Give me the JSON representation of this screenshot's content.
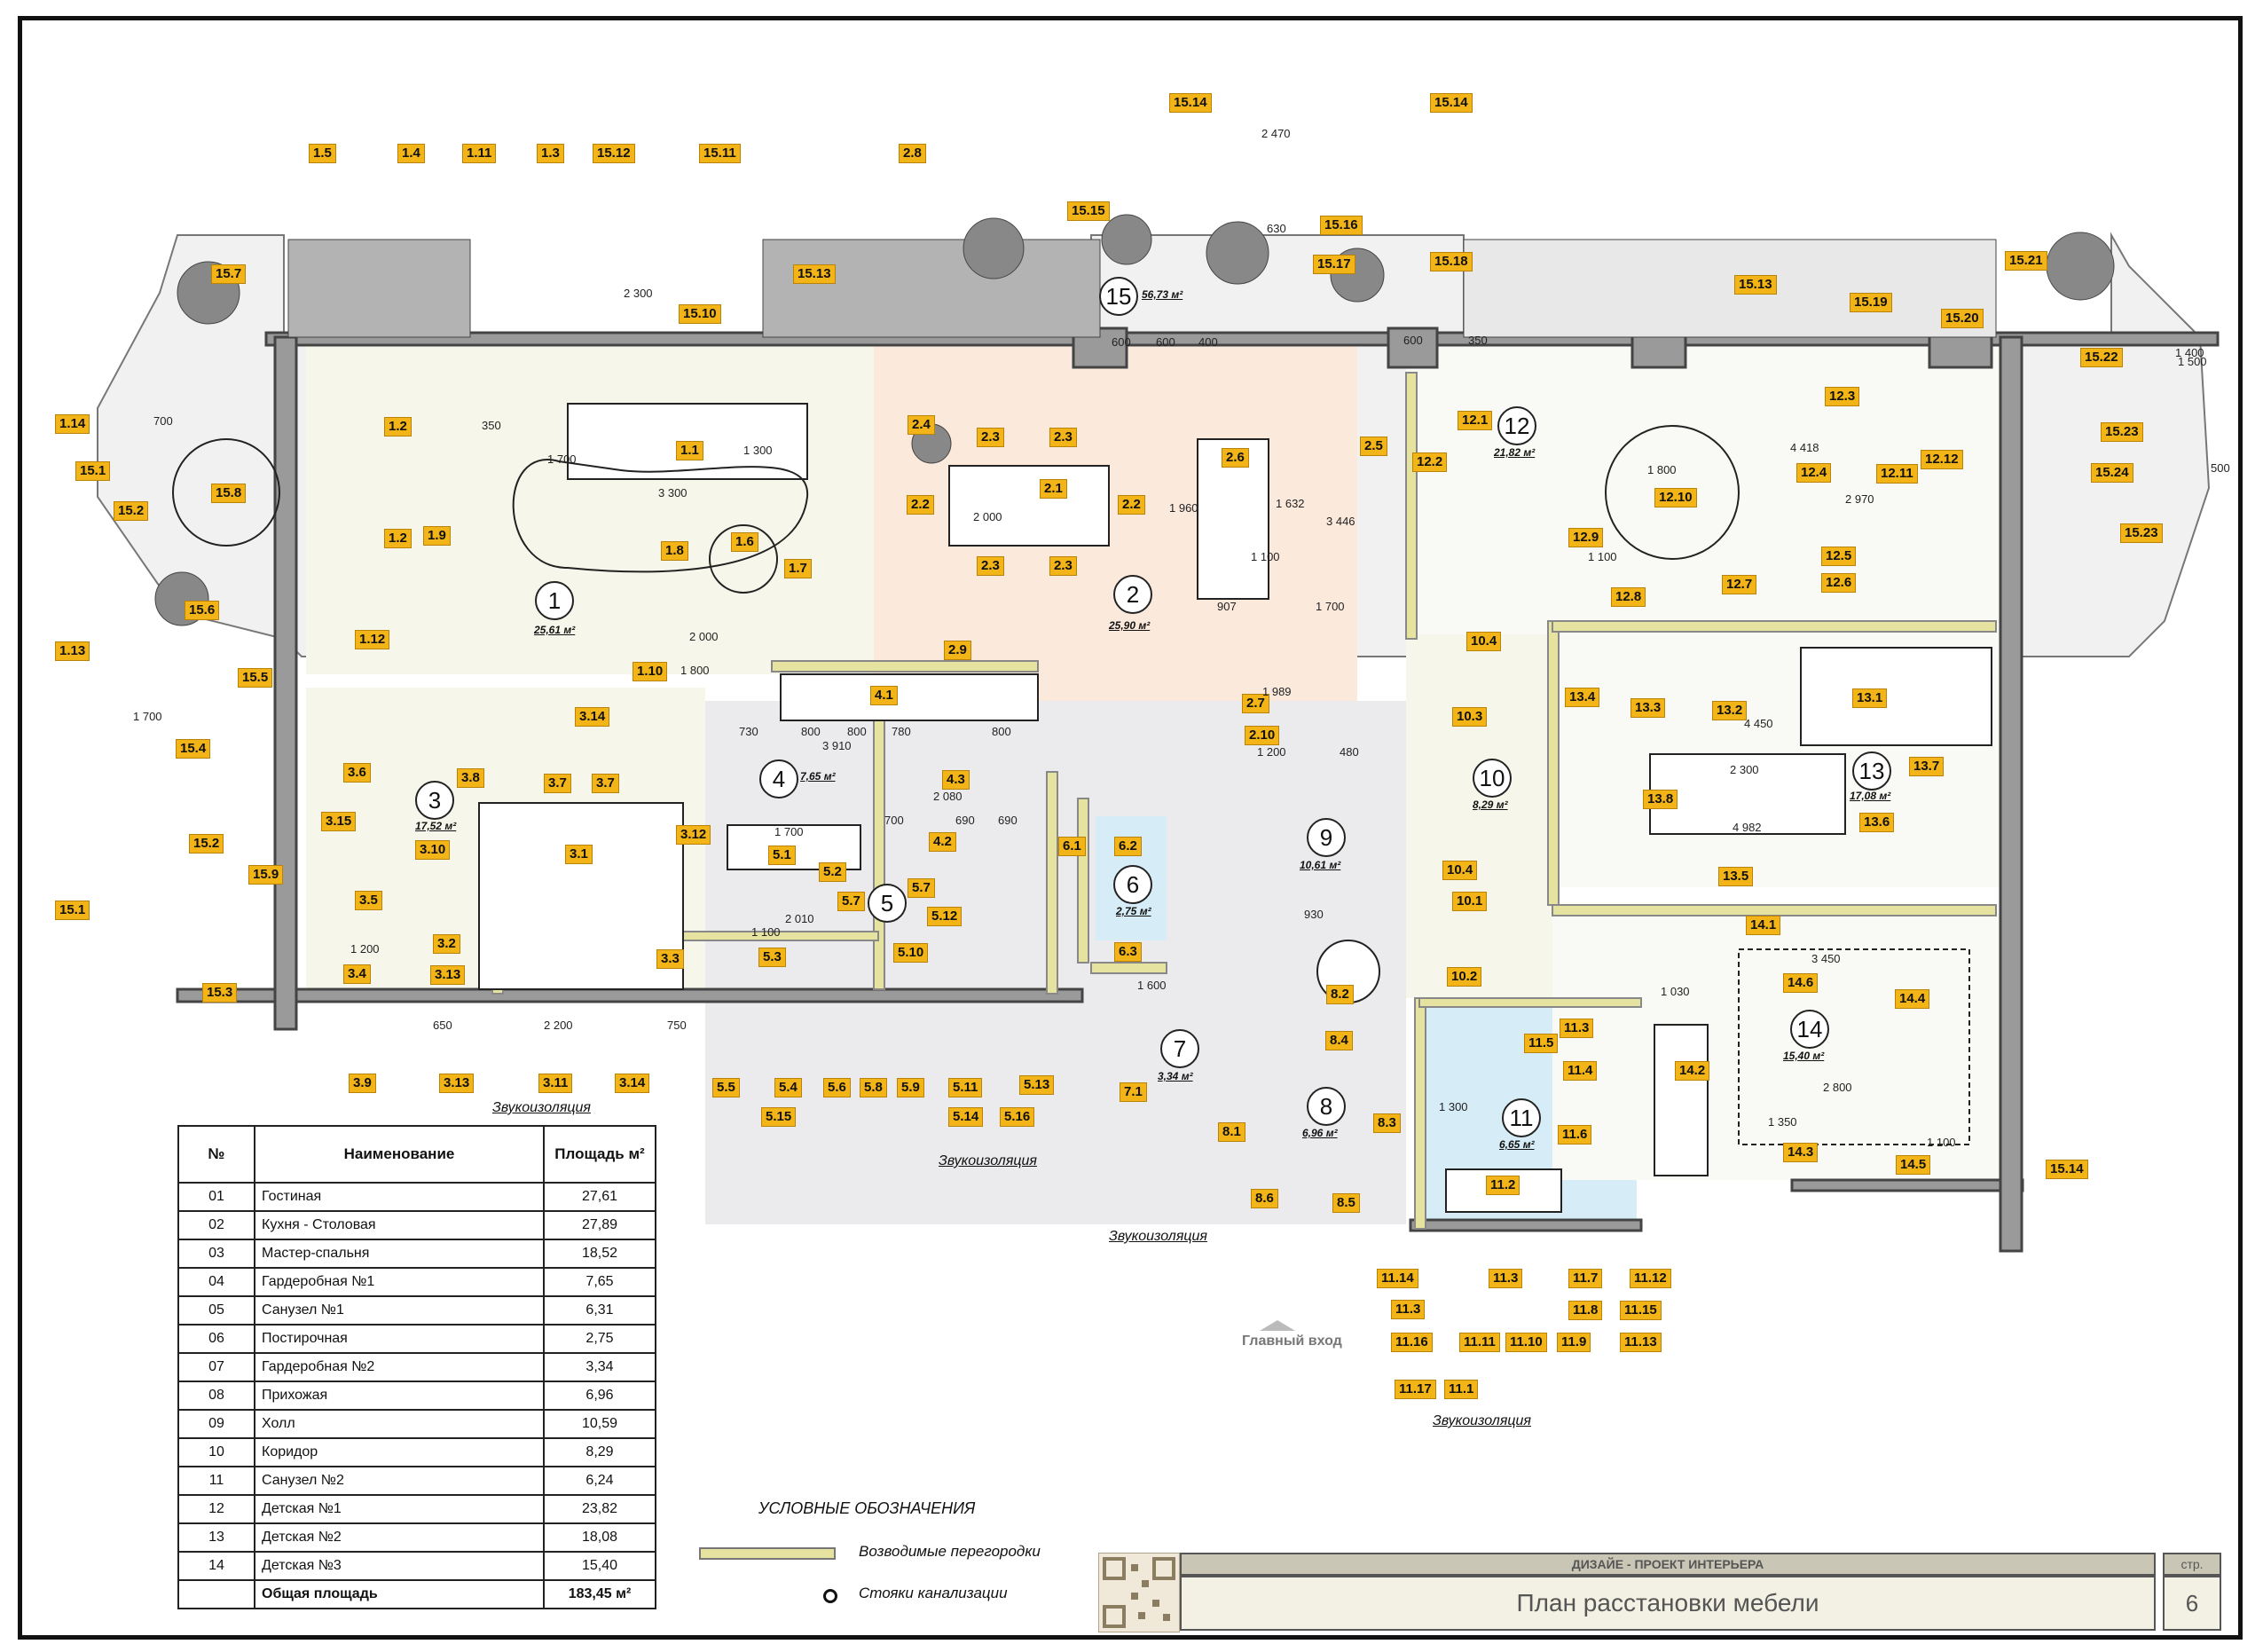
{
  "rooms": [
    {
      "num": "1",
      "area": "25,61 м²"
    },
    {
      "num": "2",
      "area": "25,90 м²"
    },
    {
      "num": "3",
      "area": "17,52 м²"
    },
    {
      "num": "4",
      "area": "7,65 м²"
    },
    {
      "num": "5",
      "area": ""
    },
    {
      "num": "6",
      "area": "2,75 м²"
    },
    {
      "num": "7",
      "area": "3,34 м²"
    },
    {
      "num": "8",
      "area": "6,96 м²"
    },
    {
      "num": "9",
      "area": "10,61 м²"
    },
    {
      "num": "10",
      "area": "8,29 м²"
    },
    {
      "num": "11",
      "area": "6,65 м²"
    },
    {
      "num": "12",
      "area": "21,82 м²"
    },
    {
      "num": "13",
      "area": "17,08 м²"
    },
    {
      "num": "14",
      "area": "15,40 м²"
    },
    {
      "num": "15",
      "area": "56,73 м²"
    }
  ],
  "tags": [
    "1.1",
    "1.2",
    "1.2",
    "1.3",
    "1.4",
    "1.5",
    "1.6",
    "1.7",
    "1.8",
    "1.9",
    "1.10",
    "1.11",
    "1.12",
    "1.13",
    "1.14",
    "2.1",
    "2.2",
    "2.2",
    "2.3",
    "2.3",
    "2.3",
    "2.3",
    "2.4",
    "2.5",
    "2.6",
    "2.7",
    "2.8",
    "2.9",
    "2.10",
    "3.1",
    "3.2",
    "3.3",
    "3.4",
    "3.5",
    "3.6",
    "3.7",
    "3.7",
    "3.8",
    "3.9",
    "3.10",
    "3.11",
    "3.12",
    "3.13",
    "3.13",
    "3.14",
    "3.14",
    "3.15",
    "4.1",
    "4.2",
    "4.3",
    "5.1",
    "5.2",
    "5.3",
    "5.4",
    "5.5",
    "5.6",
    "5.7",
    "5.7",
    "5.8",
    "5.9",
    "5.10",
    "5.11",
    "5.12",
    "5.13",
    "5.14",
    "5.15",
    "5.16",
    "6.1",
    "6.2",
    "6.3",
    "7.1",
    "8.1",
    "8.2",
    "8.3",
    "8.4",
    "8.5",
    "8.6",
    "10.1",
    "10.2",
    "10.3",
    "10.4",
    "10.4",
    "11.1",
    "11.2",
    "11.3",
    "11.3",
    "11.3",
    "11.4",
    "11.5",
    "11.6",
    "11.7",
    "11.8",
    "11.9",
    "11.10",
    "11.11",
    "11.12",
    "11.13",
    "11.14",
    "11.15",
    "11.16",
    "11.17",
    "12.1",
    "12.2",
    "12.3",
    "12.4",
    "12.5",
    "12.6",
    "12.7",
    "12.8",
    "12.9",
    "12.10",
    "12.11",
    "12.12",
    "13.1",
    "13.2",
    "13.3",
    "13.4",
    "13.5",
    "13.6",
    "13.7",
    "13.8",
    "14.1",
    "14.2",
    "14.3",
    "14.4",
    "14.5",
    "14.6",
    "15.1",
    "15.1",
    "15.2",
    "15.2",
    "15.3",
    "15.4",
    "15.5",
    "15.6",
    "15.7",
    "15.8",
    "15.9",
    "15.10",
    "15.11",
    "15.12",
    "15.13",
    "15.13",
    "15.14",
    "15.14",
    "15.14",
    "15.15",
    "15.16",
    "15.17",
    "15.18",
    "15.19",
    "15.20",
    "15.21",
    "15.22",
    "15.23",
    "15.23",
    "15.24"
  ],
  "dims": [
    "2 470",
    "630",
    "600",
    "600",
    "400",
    "600",
    "350",
    "2 300",
    "3 300",
    "1 700",
    "1 300",
    "350",
    "700",
    "2 000",
    "1 800",
    "2 000",
    "1 100",
    "1 960",
    "1 632",
    "3 446",
    "907",
    "1 700",
    "1 989",
    "1 200",
    "480",
    "3 910",
    "730",
    "800",
    "800",
    "780",
    "800",
    "2 080",
    "700",
    "690",
    "690",
    "1 700",
    "2 010",
    "1 100",
    "1 200",
    "650",
    "2 200",
    "750",
    "1 600",
    "930",
    "1 300",
    "1 100",
    "1 800",
    "4 418",
    "2 970",
    "4 450",
    "2 300",
    "4 982",
    "3 450",
    "1 030",
    "2 800",
    "1 350",
    "1 100",
    "1 500",
    "1 400",
    "500",
    "1 700"
  ],
  "notes": [
    "Звукоизоляция",
    "Звукоизоляция",
    "Звукоизоляция",
    "Звукоизоляция"
  ],
  "main_entrance": "Главный вход",
  "table": {
    "headers": {
      "num": "№",
      "name": "Наименование",
      "area": "Площадь м²"
    },
    "rows": [
      {
        "num": "01",
        "name": "Гостиная",
        "area": "27,61"
      },
      {
        "num": "02",
        "name": "Кухня - Столовая",
        "area": "27,89"
      },
      {
        "num": "03",
        "name": "Мастер-спальня",
        "area": "18,52"
      },
      {
        "num": "04",
        "name": "Гардеробная №1",
        "area": "7,65"
      },
      {
        "num": "05",
        "name": "Санузел №1",
        "area": "6,31"
      },
      {
        "num": "06",
        "name": "Постирочная",
        "area": "2,75"
      },
      {
        "num": "07",
        "name": "Гардеробная №2",
        "area": "3,34"
      },
      {
        "num": "08",
        "name": "Прихожая",
        "area": "6,96"
      },
      {
        "num": "09",
        "name": "Холл",
        "area": "10,59"
      },
      {
        "num": "10",
        "name": "Коридор",
        "area": "8,29"
      },
      {
        "num": "11",
        "name": "Санузел №2",
        "area": "6,24"
      },
      {
        "num": "12",
        "name": "Детская №1",
        "area": "23,82"
      },
      {
        "num": "13",
        "name": "Детская №2",
        "area": "18,08"
      },
      {
        "num": "14",
        "name": "Детская №3",
        "area": "15,40"
      }
    ],
    "total": {
      "name": "Общая площадь",
      "area": "183,45 м²"
    }
  },
  "legend": {
    "title": "УСЛОВНЫЕ ОБОЗНАЧЕНИЯ",
    "partitions": "Возводимые перегородки",
    "risers": "Стояки канализации"
  },
  "title_block": {
    "project": "ДИЗАЙЕ - ПРОЕКТ ИНТЕРЬЕРА",
    "sheet_title": "План расстановки мебели",
    "page_label": "стр.",
    "page_number": "6"
  },
  "colors": {
    "tag": "#f2b417",
    "wall": "#8c8c8c",
    "partition": "#e6e3a1",
    "kitchen_floor": "#fbe9dc",
    "living_floor": "#f7f6ea",
    "hall_floor": "#e9e9ea",
    "laundry_floor": "#d6ecf6",
    "terrace": "#ededed",
    "plant": "#777777"
  }
}
